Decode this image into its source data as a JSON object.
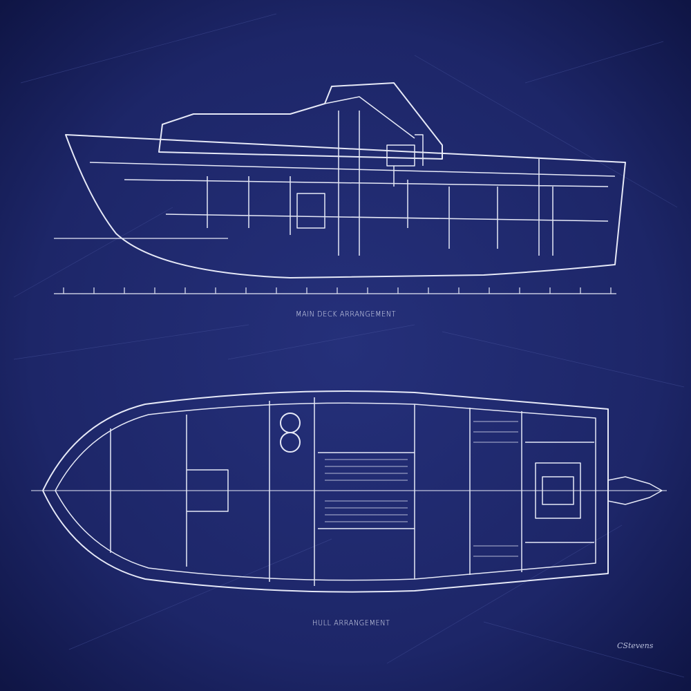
{
  "labels": {
    "side_view": "MAIN DECK ARRANGEMENT",
    "top_view": "HULL ARRANGEMENT"
  },
  "signature": "CStevens",
  "colors": {
    "background": "#1b2466",
    "vignette": "#0f1545",
    "line": "#e6e9f7"
  }
}
